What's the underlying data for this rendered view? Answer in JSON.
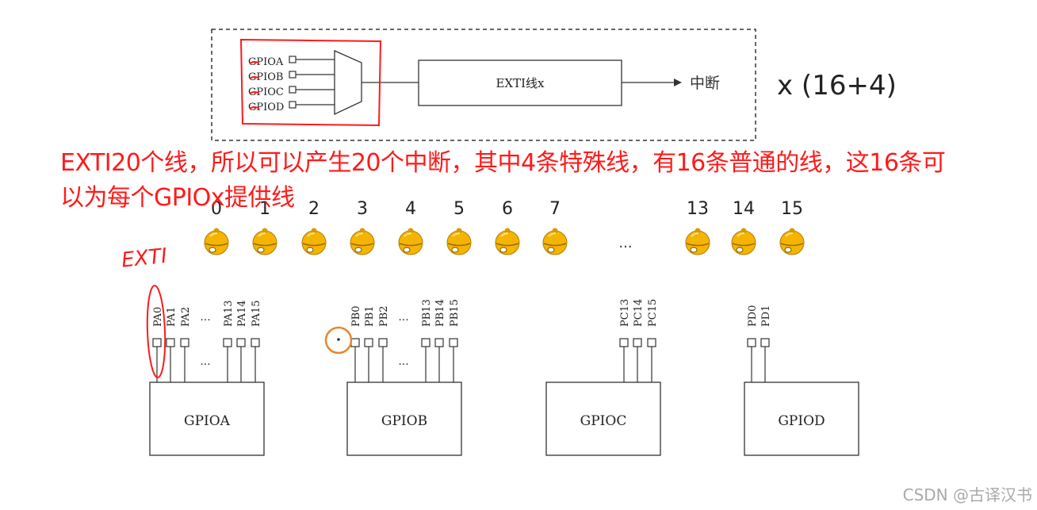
{
  "top_block": {
    "inputs": [
      "GPIOA",
      "GPIOB",
      "GPIOC",
      "GPIOD"
    ],
    "exti_line_label": "EXTI线x",
    "output_label": "中断",
    "multiplier": "x (16+4)"
  },
  "note": {
    "line1": "EXTI20个线，所以可以产生20个中断，其中4条特殊线，有16条普通的线，这16条可",
    "line2": "以为每个GPIOx提供线"
  },
  "exti_lines": {
    "handwritten_label": "EXTI",
    "numbers": [
      "0",
      "1",
      "2",
      "3",
      "4",
      "5",
      "6",
      "7",
      "13",
      "14",
      "15"
    ],
    "gap": "..."
  },
  "ports": [
    {
      "name": "GPIOA",
      "pins": [
        "PA0",
        "PA1",
        "PA2",
        "PA13",
        "PA14",
        "PA15"
      ],
      "ellipsis": "..."
    },
    {
      "name": "GPIOB",
      "pins": [
        "PB0",
        "PB1",
        "PB2",
        "PB13",
        "PB14",
        "PB15"
      ],
      "ellipsis": "..."
    },
    {
      "name": "GPIOC",
      "pins": [
        "PC13",
        "PC14",
        "PC15"
      ]
    },
    {
      "name": "GPIOD",
      "pins": [
        "PD0",
        "PD1"
      ]
    }
  ],
  "watermark": "CSDN @古译汉书",
  "colors": {
    "annotation": "#ff1a1a",
    "bell": "#f5b400",
    "cursor_ring": "#e8872d"
  }
}
